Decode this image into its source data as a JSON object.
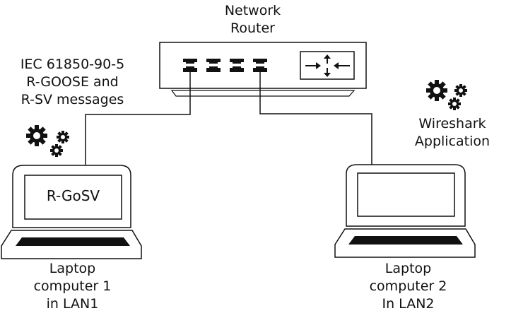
{
  "router": {
    "title_lines": [
      "Network",
      "Router"
    ],
    "port_count": 4
  },
  "message_label": {
    "lines": [
      "IEC 61850-90-5",
      "R-GOOSE and",
      "R-SV messages"
    ]
  },
  "laptop1": {
    "screen_text": "R-GoSV",
    "caption_lines": [
      "Laptop",
      "computer 1",
      "in LAN1"
    ],
    "icon": "gears-icon"
  },
  "laptop2": {
    "screen_text": "",
    "caption_lines": [
      "Laptop",
      "computer 2",
      "In LAN2"
    ],
    "app_lines": [
      "Wireshark",
      "Application"
    ],
    "icon": "gears-icon"
  },
  "colors": {
    "stroke": "#111111",
    "background": "#ffffff"
  }
}
